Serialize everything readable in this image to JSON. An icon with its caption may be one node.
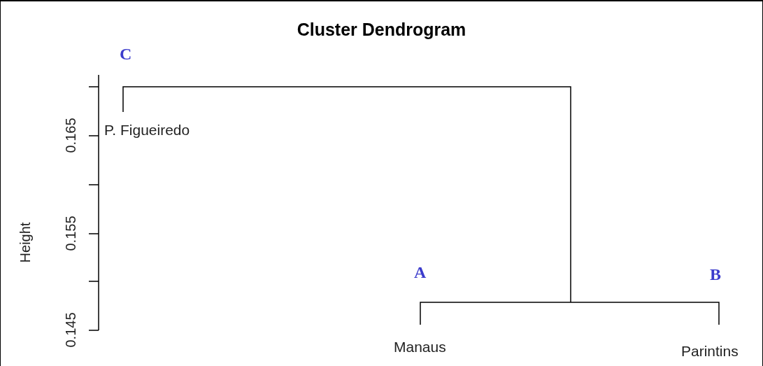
{
  "diagram": {
    "title": "Cluster Dendrogram",
    "nodes": [
      {
        "text": [
          "P. Figueiredo"
        ]
      },
      {
        "text": [
          "Manaus"
        ]
      },
      {
        "text": [
          "Parintins"
        ]
      }
    ],
    "edges": [
      {
        "from": 0,
        "to": null,
        "arrow": "none"
      },
      {
        "from": 1,
        "to": 2,
        "arrow": "none"
      }
    ],
    "labels": [
      "C",
      "0.165",
      "Height",
      "0.155",
      "A",
      "B",
      "0.145"
    ]
  }
}
